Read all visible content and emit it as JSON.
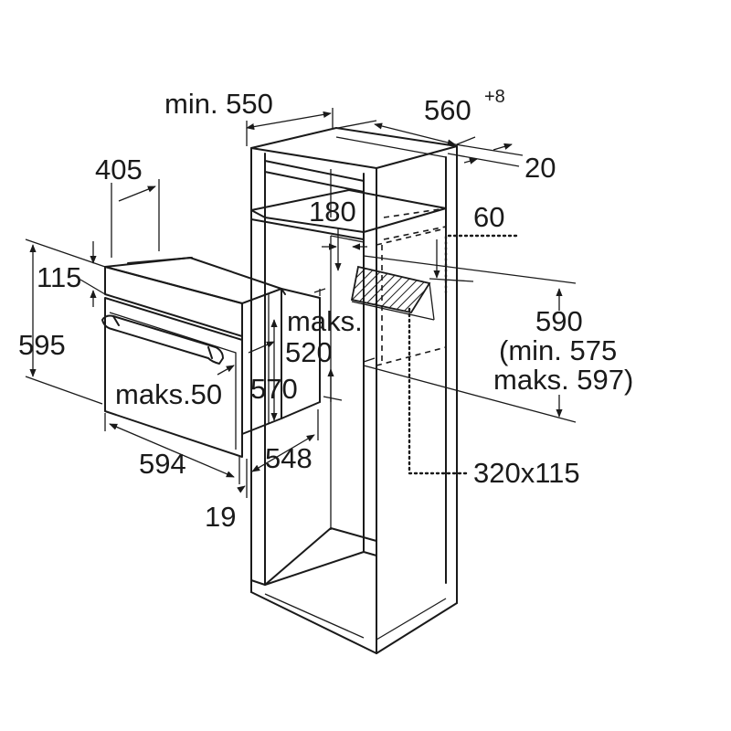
{
  "colors": {
    "ink": "#1a1a1a",
    "background": "#ffffff"
  },
  "labels": {
    "cabinet_depth": "min. 550",
    "niche_width": "560",
    "niche_width_tolerance": "+8",
    "side_gap": "20",
    "top_shelf_gap": "180",
    "rear_gap": "60",
    "niche_height": "590",
    "niche_height_min": "(min. 575",
    "niche_height_max": "maks. 597)",
    "vent_opening": "320x115",
    "oven_depth_top": "405",
    "panel_height": "115",
    "oven_height": "595",
    "oven_width": "594",
    "oven_body_depth": "548",
    "front_thickness": "19",
    "max_gap_50": "maks.50",
    "body_height": "570",
    "max_label": "maks.",
    "max_520": "520"
  }
}
